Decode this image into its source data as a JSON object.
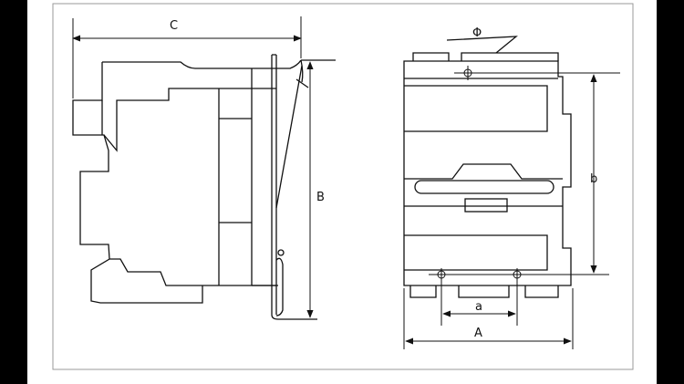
{
  "colors": {
    "background": "#000000",
    "paper": "#ffffff",
    "ink": "#111111",
    "frame": "#9a9a9a"
  },
  "side_view": {
    "labels": {
      "depth": "C",
      "height": "B"
    }
  },
  "front_view": {
    "labels": {
      "width": "A",
      "hole_spacing_h": "a",
      "hole_spacing_v": "b",
      "hole_diameter": "Φ"
    }
  }
}
